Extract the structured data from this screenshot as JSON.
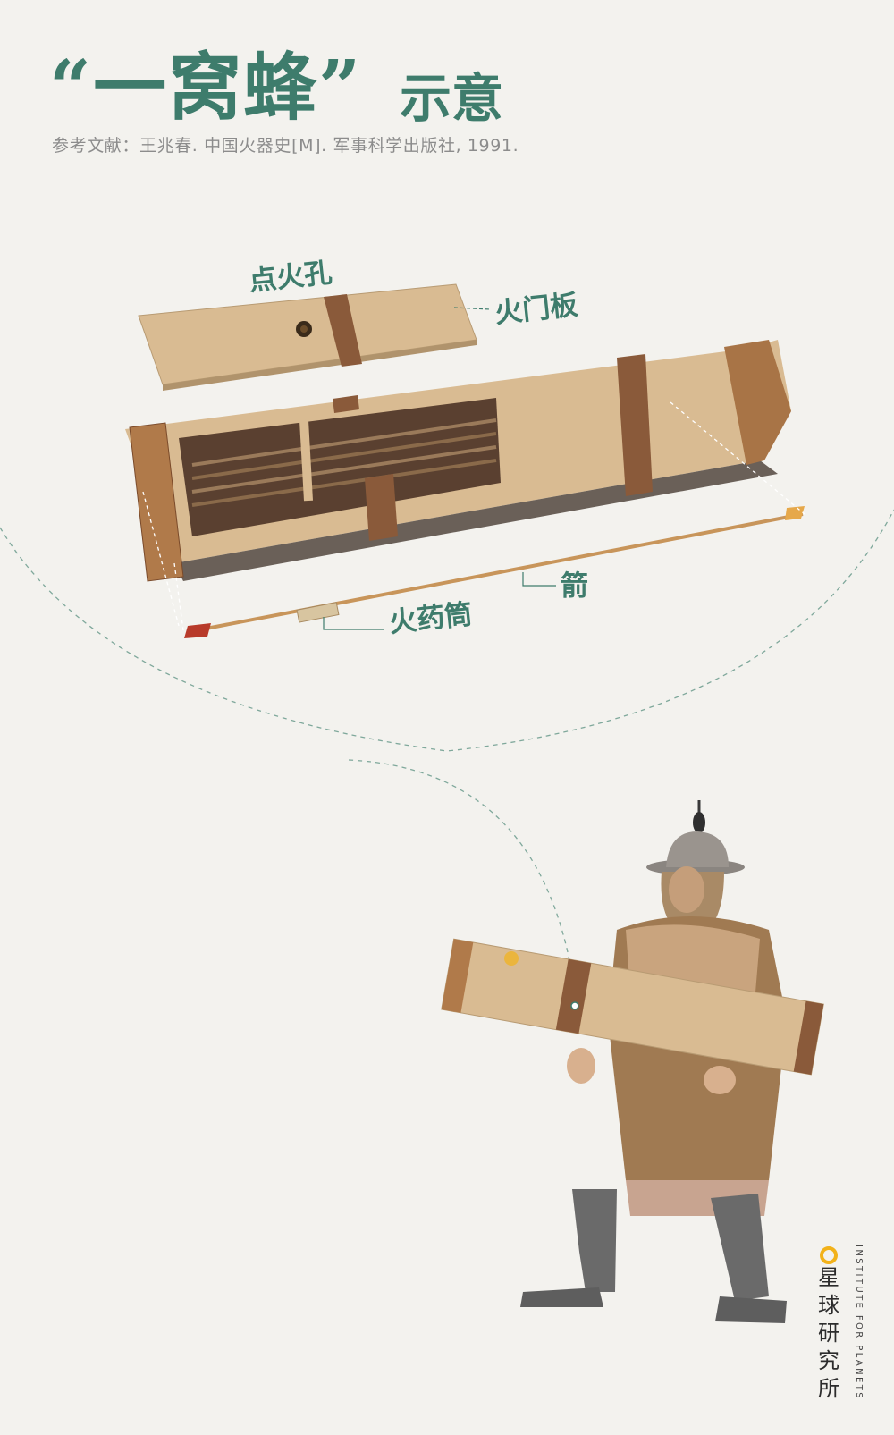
{
  "title": {
    "main": "“一窝蜂”",
    "sub": "示意"
  },
  "reference": "参考文献：王兆春. 中国火器史[M]. 军事科学出版社, 1991.",
  "labels": {
    "ignition_hole": "点火孔",
    "fire_door_board": "火门板",
    "arrow": "箭",
    "powder_tube": "火药筒"
  },
  "brand": {
    "cn": "星球研究所",
    "en": "INSTITUTE FOR PLANETS"
  },
  "colors": {
    "accent": "#3e7c6c",
    "wood": "#d9bb92",
    "strap": "#8a5a3a",
    "brand_dot": "#f2b21a"
  }
}
